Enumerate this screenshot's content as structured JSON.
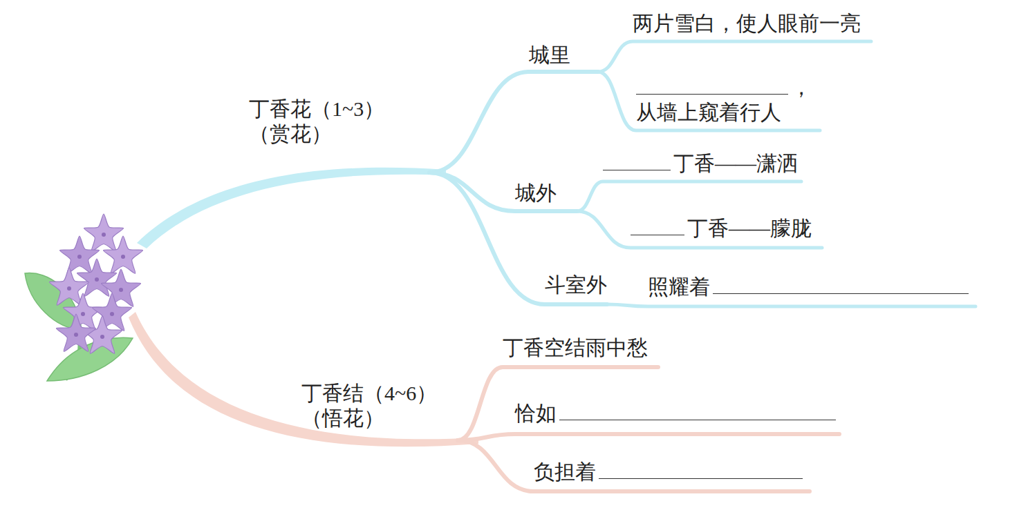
{
  "diagram": {
    "nodes": [
      {
        "text": [
          "丁香花（1~3）",
          "（赏花）"
        ]
      },
      {
        "text": [
          "城里"
        ]
      },
      {
        "text": [
          "两片雪白，使人眼前一亮"
        ]
      },
      {
        "text": [
          "，",
          "从墙上窥着行人"
        ]
      },
      {
        "text": [
          "城外"
        ]
      },
      {
        "text": [
          "丁香——潇洒"
        ]
      },
      {
        "text": [
          "丁香——朦胧"
        ]
      },
      {
        "text": [
          "斗室外"
        ]
      },
      {
        "text": [
          "照耀着"
        ]
      },
      {
        "text": [
          "丁香结（4~6）",
          "（悟花）"
        ]
      },
      {
        "text": [
          "丁香空结雨中愁"
        ]
      },
      {
        "text": [
          "恰如"
        ]
      },
      {
        "text": [
          "负担着"
        ]
      }
    ],
    "edges": [
      {
        "from": 0,
        "to": 1,
        "arrow": "none"
      },
      {
        "from": 1,
        "to": 2,
        "arrow": "none"
      },
      {
        "from": 1,
        "to": 3,
        "arrow": "none"
      },
      {
        "from": 0,
        "to": 4,
        "arrow": "none"
      },
      {
        "from": 4,
        "to": 5,
        "arrow": "none"
      },
      {
        "from": 4,
        "to": 6,
        "arrow": "none"
      },
      {
        "from": 0,
        "to": 7,
        "arrow": "none"
      },
      {
        "from": 7,
        "to": 8,
        "arrow": "none"
      },
      {
        "from": 9,
        "to": 10,
        "arrow": "none"
      },
      {
        "from": 9,
        "to": 11,
        "arrow": "none"
      },
      {
        "from": 9,
        "to": 12,
        "arrow": "none"
      }
    ]
  }
}
